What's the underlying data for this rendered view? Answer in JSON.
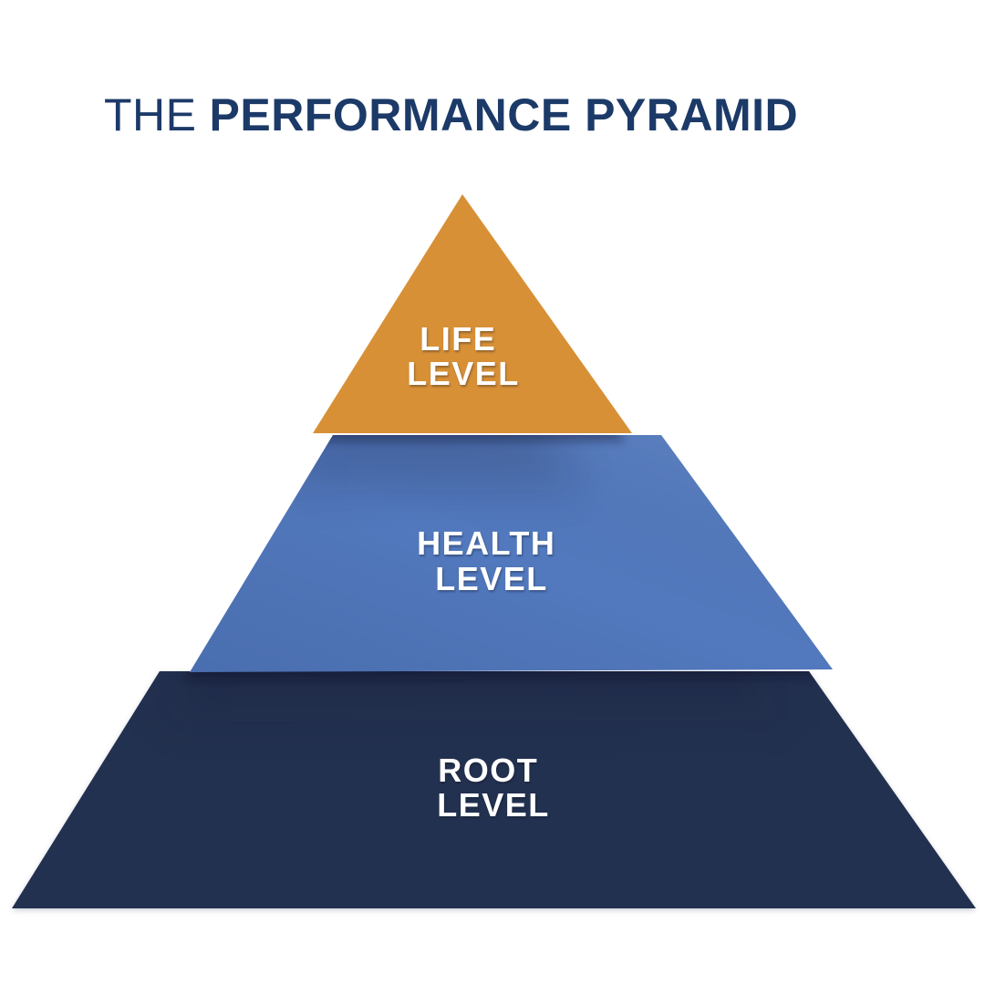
{
  "title": {
    "prefix": "THE",
    "main": "PERFORMANCE PYRAMID"
  },
  "pyramid": {
    "type": "pyramid-diagram",
    "levels": [
      {
        "name": "Life Level",
        "lines": [
          "LIFE",
          "LEVEL"
        ],
        "color": "#D89036"
      },
      {
        "name": "Health Level",
        "lines": [
          "HEALTH",
          "LEVEL"
        ],
        "color": "#5279BE"
      },
      {
        "name": "Root Level",
        "lines": [
          "ROOT",
          "LEVEL"
        ],
        "color": "#233150"
      }
    ]
  },
  "colors": {
    "background": "#FFFFFF",
    "title_text": "#1C3A68",
    "label_text": "#FFFFFF"
  }
}
